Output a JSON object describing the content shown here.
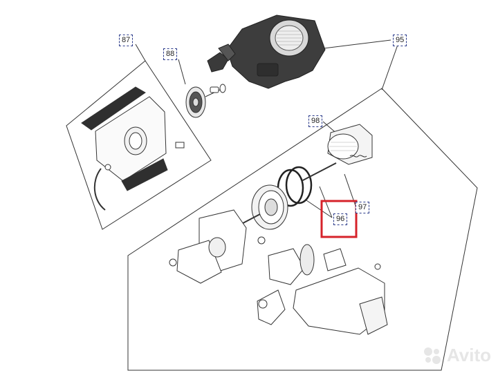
{
  "diagram": {
    "part_labels": [
      {
        "id": "87",
        "text": "87"
      },
      {
        "id": "88",
        "text": "88"
      },
      {
        "id": "95",
        "text": "95"
      },
      {
        "id": "98",
        "text": "98"
      },
      {
        "id": "97",
        "text": "97"
      },
      {
        "id": "96",
        "text": "96"
      }
    ],
    "highlighted_part": "96"
  },
  "watermark": {
    "text": "Avito"
  },
  "colors": {
    "line": "#333333",
    "dark_part": "#3a3a3a",
    "label_border": "#2a3a8a",
    "highlight": "#d6222a"
  }
}
